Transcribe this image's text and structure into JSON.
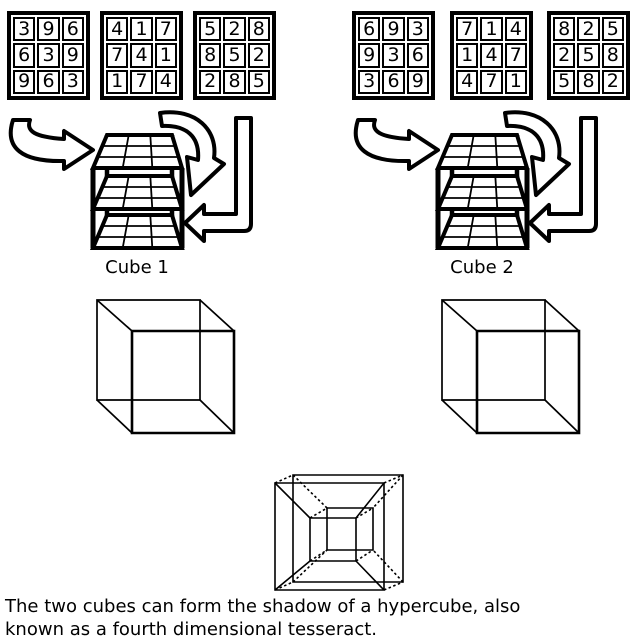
{
  "colors": {
    "ink": "#000000",
    "background": "#ffffff"
  },
  "grids": [
    {
      "name": "grid-1",
      "rows": [
        [
          "3",
          "9",
          "6"
        ],
        [
          "6",
          "3",
          "9"
        ],
        [
          "9",
          "6",
          "3"
        ]
      ]
    },
    {
      "name": "grid-2",
      "rows": [
        [
          "4",
          "1",
          "7"
        ],
        [
          "7",
          "4",
          "1"
        ],
        [
          "1",
          "7",
          "4"
        ]
      ]
    },
    {
      "name": "grid-3",
      "rows": [
        [
          "5",
          "2",
          "8"
        ],
        [
          "8",
          "5",
          "2"
        ],
        [
          "2",
          "8",
          "5"
        ]
      ]
    },
    {
      "name": "grid-4",
      "rows": [
        [
          "6",
          "9",
          "3"
        ],
        [
          "9",
          "3",
          "6"
        ],
        [
          "3",
          "6",
          "9"
        ]
      ]
    },
    {
      "name": "grid-5",
      "rows": [
        [
          "7",
          "1",
          "4"
        ],
        [
          "1",
          "4",
          "7"
        ],
        [
          "4",
          "7",
          "1"
        ]
      ]
    },
    {
      "name": "grid-6",
      "rows": [
        [
          "8",
          "2",
          "5"
        ],
        [
          "2",
          "5",
          "8"
        ],
        [
          "5",
          "8",
          "2"
        ]
      ]
    }
  ],
  "labels": {
    "cube1": "Cube 1",
    "cube2": "Cube 2"
  },
  "figures": {
    "stack": "layered-3x3-grid-stack",
    "arrow_curved": "curved-arrow",
    "arrow_hook": "hook-arrow",
    "arrow_elbow": "elbow-arrow",
    "wireframe_cube": "wireframe-cube",
    "tesseract": "tesseract-projection"
  },
  "caption": {
    "line1": "The two cubes can form the shadow of a hypercube, also",
    "line2": "known as a fourth dimensional tesseract."
  }
}
